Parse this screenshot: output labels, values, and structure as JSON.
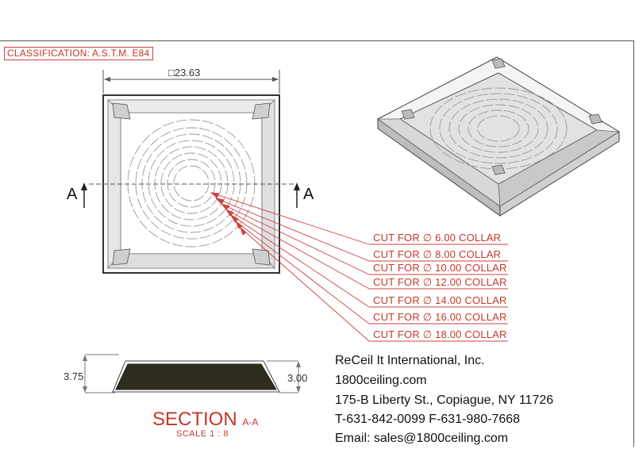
{
  "classification": "CLASSIFICATION: A.S.T.M. E84",
  "plan_view": {
    "width_dimension": "□23.63",
    "section_mark_left": "A",
    "section_mark_right": "A"
  },
  "cut_labels": [
    "CUT FOR ∅ 6.00 COLLAR",
    "CUT FOR ∅ 8.00 COLLAR",
    "CUT FOR ∅ 10.00 COLLAR",
    "CUT FOR ∅ 12.00 COLLAR",
    "CUT FOR ∅ 14.00 COLLAR",
    "CUT FOR ∅ 16.00 COLLAR",
    "CUT FOR ∅ 18.00 COLLAR"
  ],
  "section": {
    "left_height": "3.75",
    "right_height": "3.00",
    "title": "SECTION",
    "title_suffix": "A-A",
    "scale": "SCALE 1 : 8"
  },
  "company": {
    "name": "ReCeil It International, Inc.",
    "website": "1800ceiling.com",
    "address": "175-B Liberty St., Copiague, NY 11726",
    "phone_fax": "T-631-842-0099   F-631-980-7668",
    "email": "Email: sales@1800ceiling.com"
  },
  "colors": {
    "annotation_red": "#c0392b",
    "line_gray": "#444444",
    "section_fill": "#2e2c1c"
  }
}
